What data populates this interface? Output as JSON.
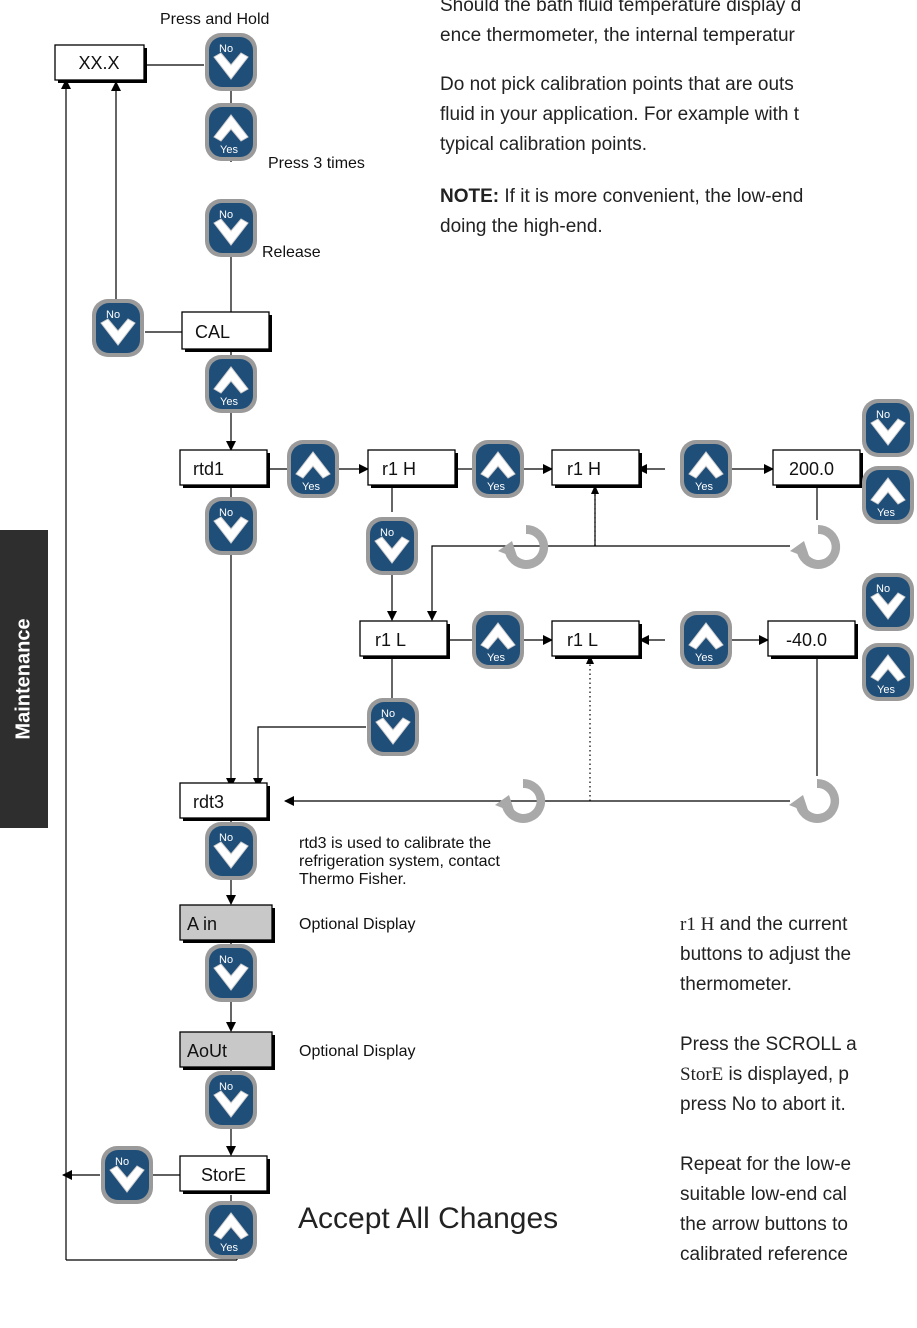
{
  "diagram": {
    "press_hold": "Press and Hold",
    "press_3": "Press 3 times",
    "release": "Release",
    "btn_no": "No",
    "btn_yes": "Yes",
    "displays": {
      "xxx": "XX.X",
      "cal": "CAL",
      "rtd1": "rtd1",
      "r1h_a": "r1 H",
      "r1h_b": "r1 H",
      "val_high": "200.0",
      "r1l_a": "r1 L",
      "r1l_b": "r1 L",
      "val_low": "-40.0",
      "rdt3": "rdt3",
      "ain": "A in",
      "aout": "AoUt",
      "store": "StorE"
    },
    "rtd3_note": [
      "rtd3 is used to calibrate the",
      "refrigeration system, contact",
      "Thermo Fisher."
    ],
    "optional_1": "Optional Display",
    "optional_2": "Optional Display",
    "accept": "Accept All Changes"
  },
  "text": {
    "p1a": "Should the bath fluid temperature display d",
    "p1b": "ence thermometer, the internal temperatur",
    "p2a": "Do not pick calibration points that are outs",
    "p2b": "fluid in your application. For example with t",
    "p2c": "typical calibration points.",
    "note_label": "NOTE:",
    "note_a": " If it is more convenient, the low-end",
    "note_b": "doing the high-end.",
    "r1h_term": "r1 H",
    "p3a": " and the current",
    "p3b": "buttons to adjust the",
    "p3c": "thermometer.",
    "p4a": "Press the SCROLL a",
    "store_term": "StorE",
    "p4b": " is displayed, p",
    "p4c": "press No to abort it.",
    "p5a": "Repeat for the low-e",
    "p5b": "suitable low-end cal",
    "p5c": "the arrow buttons to",
    "p5d": "calibrated reference"
  },
  "side_tab": "Maintenance",
  "colors": {
    "button_blue": "#1f4e79",
    "button_ring": "#9a9a9a",
    "side_tab": "#2e2e2e",
    "gray_display": "#c8c8c8"
  }
}
